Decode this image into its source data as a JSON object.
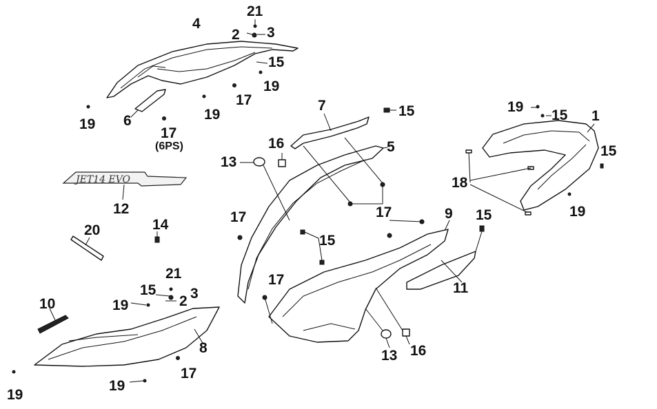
{
  "callouts": {
    "c21a": "21",
    "c2a": "2",
    "c3a": "3",
    "c4": "4",
    "c15a": "15",
    "c19a": "19",
    "c17a": "17",
    "c19b": "19",
    "c6": "6",
    "c17b": "17",
    "c17b_note": "(6PS)",
    "c19c": "19",
    "c7": "7",
    "c15b": "15",
    "c16a": "16",
    "c5": "5",
    "c13a": "13",
    "c19d": "19",
    "c15c": "15",
    "c1": "1",
    "c15d": "15",
    "c18": "18",
    "c19e": "19",
    "c12": "12",
    "c20": "20",
    "c14": "14",
    "c17c": "17",
    "c17d": "17",
    "c9": "9",
    "c15e": "15",
    "c15f": "15",
    "c11": "11",
    "c10": "10",
    "c21b": "21",
    "c15g": "15",
    "c19f": "19",
    "c2b": "2",
    "c3b": "3",
    "c8": "8",
    "c17e": "17",
    "c19g": "19",
    "c19h": "19",
    "c17f": "17",
    "c13b": "13",
    "c16b": "16"
  },
  "emblem_text": "JET14 EVO"
}
